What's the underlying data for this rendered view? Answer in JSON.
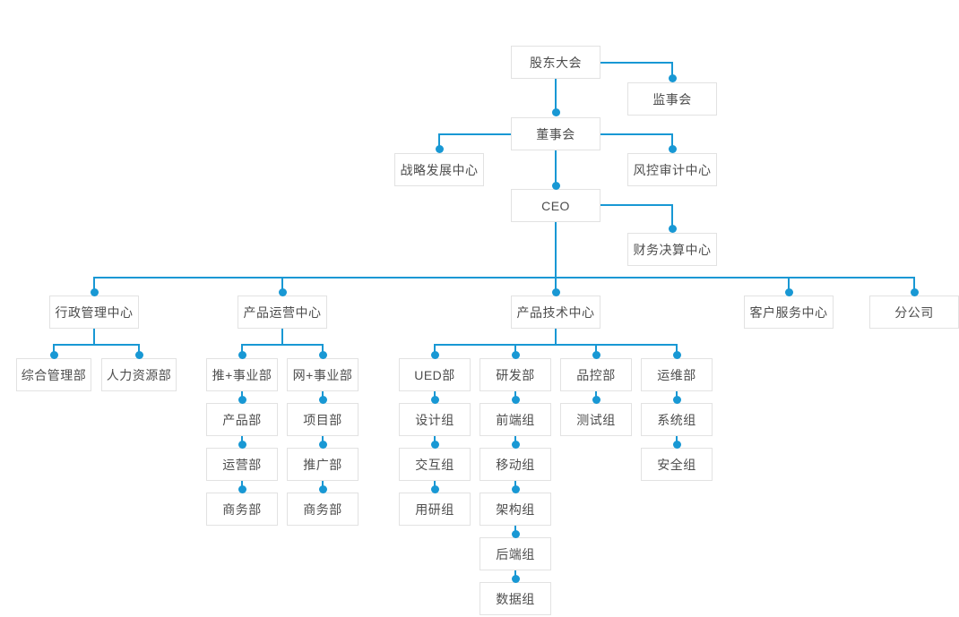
{
  "diagram_type": "org-chart",
  "colors": {
    "connector": "#1898d4",
    "node_border": "#e2e2e2",
    "node_background": "#ffffff",
    "node_text": "#4d4d4d",
    "page_background": "#ffffff"
  },
  "nodes": {
    "shareholders_meeting": "股东大会",
    "supervisory_board": "监事会",
    "board_of_directors": "董事会",
    "strategy_center": "战略发展中心",
    "risk_audit_center": "风控审计中心",
    "ceo": "CEO",
    "finance_center": "财务决算中心",
    "admin_center": "行政管理中心",
    "ops_center": "产品运营中心",
    "tech_center": "产品技术中心",
    "service_center": "客户服务中心",
    "branch_company": "分公司",
    "general_admin_dept": "综合管理部",
    "hr_dept": "人力资源部",
    "tui_division": "推+事业部",
    "wang_division": "网+事业部",
    "product_dept": "产品部",
    "operations_dept": "运营部",
    "business_dept_tui": "商务部",
    "project_dept": "项目部",
    "promotion_dept": "推广部",
    "business_dept_wang": "商务部",
    "ued_dept": "UED部",
    "rd_dept": "研发部",
    "qc_dept": "品控部",
    "devops_dept": "运维部",
    "design_team": "设计组",
    "interaction_team": "交互组",
    "user_research_team": "用研组",
    "frontend_team": "前端组",
    "mobile_team": "移动组",
    "architecture_team": "架构组",
    "backend_team": "后端组",
    "data_team": "数据组",
    "test_team": "测试组",
    "system_team": "系统组",
    "security_team": "安全组"
  },
  "edges": [
    [
      "shareholders_meeting",
      "supervisory_board"
    ],
    [
      "shareholders_meeting",
      "board_of_directors"
    ],
    [
      "board_of_directors",
      "strategy_center"
    ],
    [
      "board_of_directors",
      "risk_audit_center"
    ],
    [
      "board_of_directors",
      "ceo"
    ],
    [
      "ceo",
      "finance_center"
    ],
    [
      "ceo",
      "admin_center"
    ],
    [
      "ceo",
      "ops_center"
    ],
    [
      "ceo",
      "tech_center"
    ],
    [
      "ceo",
      "service_center"
    ],
    [
      "ceo",
      "branch_company"
    ],
    [
      "admin_center",
      "general_admin_dept"
    ],
    [
      "admin_center",
      "hr_dept"
    ],
    [
      "ops_center",
      "tui_division"
    ],
    [
      "ops_center",
      "wang_division"
    ],
    [
      "tui_division",
      "product_dept"
    ],
    [
      "product_dept",
      "operations_dept"
    ],
    [
      "operations_dept",
      "business_dept_tui"
    ],
    [
      "wang_division",
      "project_dept"
    ],
    [
      "project_dept",
      "promotion_dept"
    ],
    [
      "promotion_dept",
      "business_dept_wang"
    ],
    [
      "tech_center",
      "ued_dept"
    ],
    [
      "tech_center",
      "rd_dept"
    ],
    [
      "tech_center",
      "qc_dept"
    ],
    [
      "tech_center",
      "devops_dept"
    ],
    [
      "ued_dept",
      "design_team"
    ],
    [
      "design_team",
      "interaction_team"
    ],
    [
      "interaction_team",
      "user_research_team"
    ],
    [
      "rd_dept",
      "frontend_team"
    ],
    [
      "frontend_team",
      "mobile_team"
    ],
    [
      "mobile_team",
      "architecture_team"
    ],
    [
      "architecture_team",
      "backend_team"
    ],
    [
      "backend_team",
      "data_team"
    ],
    [
      "qc_dept",
      "test_team"
    ],
    [
      "devops_dept",
      "system_team"
    ],
    [
      "system_team",
      "security_team"
    ]
  ]
}
